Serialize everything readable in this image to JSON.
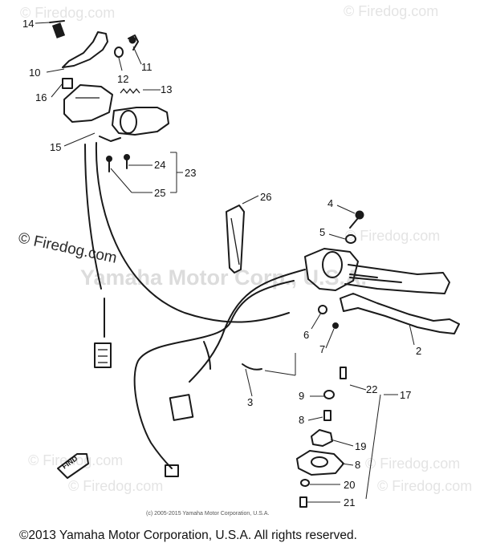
{
  "watermark": {
    "small": "© Firedog.com",
    "mid": "© Firedog.com",
    "center": "Yamaha Motor Corp., U.S.A."
  },
  "find_badge": "FIND",
  "callouts": [
    {
      "id": "14",
      "text": "14"
    },
    {
      "id": "11",
      "text": "11"
    },
    {
      "id": "10",
      "text": "10"
    },
    {
      "id": "12",
      "text": "12"
    },
    {
      "id": "16",
      "text": "16"
    },
    {
      "id": "13",
      "text": "13"
    },
    {
      "id": "15",
      "text": "15"
    },
    {
      "id": "24",
      "text": "24"
    },
    {
      "id": "23",
      "text": "23"
    },
    {
      "id": "25",
      "text": "25"
    },
    {
      "id": "26",
      "text": "26"
    },
    {
      "id": "4",
      "text": "4"
    },
    {
      "id": "5",
      "text": "5"
    },
    {
      "id": "6",
      "text": "6"
    },
    {
      "id": "7",
      "text": "7"
    },
    {
      "id": "2",
      "text": "2"
    },
    {
      "id": "3",
      "text": "3"
    },
    {
      "id": "22",
      "text": "22"
    },
    {
      "id": "17",
      "text": "17"
    },
    {
      "id": "9",
      "text": "9"
    },
    {
      "id": "8a",
      "text": "8"
    },
    {
      "id": "19",
      "text": "19"
    },
    {
      "id": "8b",
      "text": "8"
    },
    {
      "id": "20",
      "text": "20"
    },
    {
      "id": "21",
      "text": "21"
    }
  ],
  "credit_small": "(c) 2005-2015 Yamaha Motor Corporation, U.S.A.",
  "copyright": "©2013 Yamaha Motor Corporation, U.S.A. All rights reserved."
}
